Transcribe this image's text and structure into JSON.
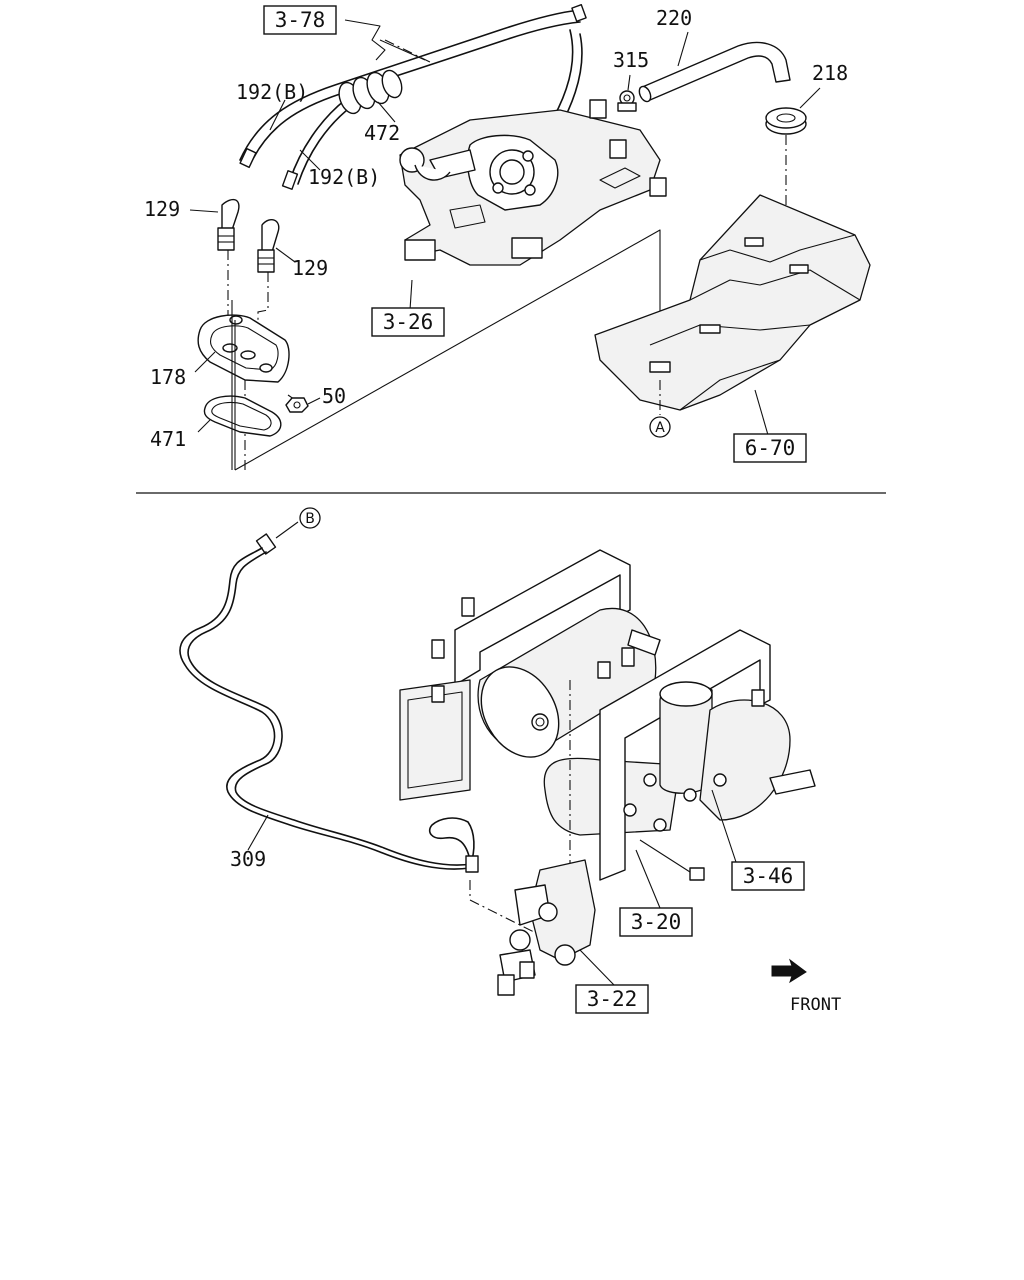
{
  "refs": {
    "r378": "3-78",
    "r326": "3-26",
    "r670": "6-70",
    "r346": "3-46",
    "r320": "3-20",
    "r322": "3-22"
  },
  "parts": {
    "p220": "220",
    "p315": "315",
    "p218": "218",
    "p192b_1": "192(B)",
    "p192b_2": "192(B)",
    "p472": "472",
    "p129_1": "129",
    "p129_2": "129",
    "p178": "178",
    "p50": "50",
    "p471": "471",
    "p309": "309"
  },
  "markers": {
    "a": "A",
    "b": "B"
  },
  "front_label": "FRONT"
}
